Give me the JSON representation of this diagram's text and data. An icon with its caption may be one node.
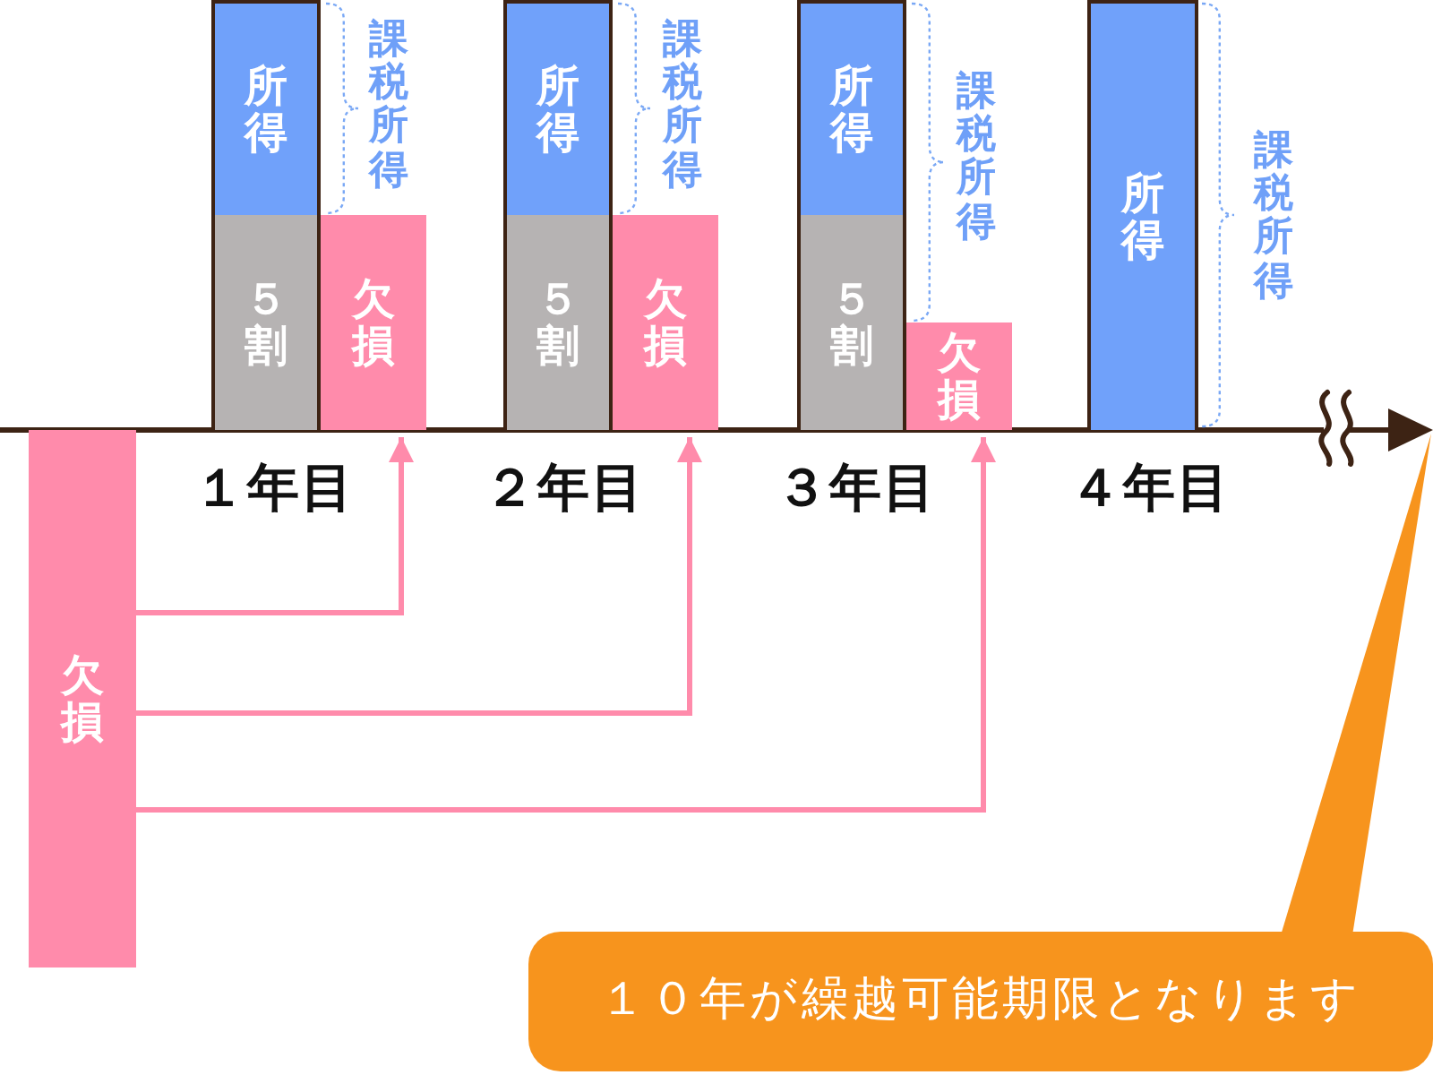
{
  "diagram": {
    "nodes": [
      {
        "text": [
          "所得"
        ]
      },
      {
        "text": [
          "５割"
        ]
      },
      {
        "text": [
          "欠損"
        ]
      },
      {
        "text": [
          "所得"
        ]
      },
      {
        "text": [
          "５割"
        ]
      },
      {
        "text": [
          "欠損"
        ]
      },
      {
        "text": [
          "所得"
        ]
      },
      {
        "text": [
          "５割"
        ]
      },
      {
        "text": [
          "欠損"
        ]
      },
      {
        "text": [
          "所得"
        ]
      },
      {
        "text": [
          "欠損"
        ]
      },
      {
        "text": [
          "１０年が繰越可能期限となります"
        ]
      }
    ],
    "edges": [
      {
        "from": 10,
        "to": 2,
        "arrow": "to"
      },
      {
        "from": 10,
        "to": 5,
        "arrow": "to"
      },
      {
        "from": 10,
        "to": 8,
        "arrow": "to"
      },
      {
        "from": 11,
        "to": null,
        "arrow": "to",
        "color": "#f7941d"
      }
    ],
    "labels": [
      "課税所得",
      "課税所得",
      "課税所得",
      "課税所得",
      "１年目",
      "２年目",
      "３年目",
      "４年目"
    ]
  }
}
